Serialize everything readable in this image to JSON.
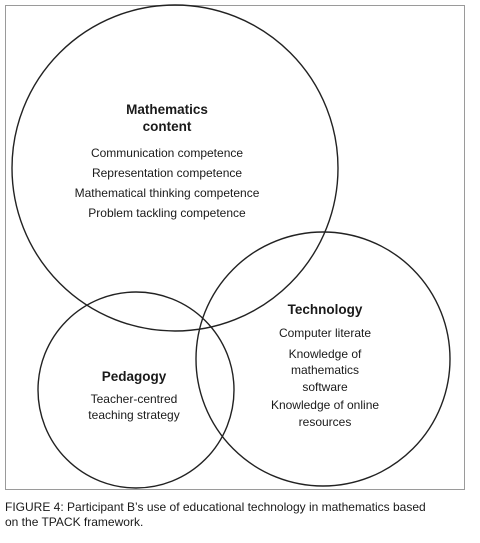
{
  "circles": {
    "mathematics": {
      "title_line1": "Mathematics",
      "title_line2": "content",
      "items": [
        "Communication competence",
        "Representation competence",
        "Mathematical thinking competence",
        "Problem tackling competence"
      ]
    },
    "technology": {
      "title": "Technology",
      "items": [
        "Computer literate",
        "Knowledge of",
        "mathematics",
        "software",
        "Knowledge of online",
        "resources"
      ]
    },
    "pedagogy": {
      "title": "Pedagogy",
      "items": [
        "Teacher-centred",
        "teaching strategy"
      ]
    }
  },
  "caption": {
    "figure_id": "FIGURE 4:",
    "line1": " Participant B’s use of educational technology in mathematics based",
    "line2": "on the TPACK framework."
  }
}
